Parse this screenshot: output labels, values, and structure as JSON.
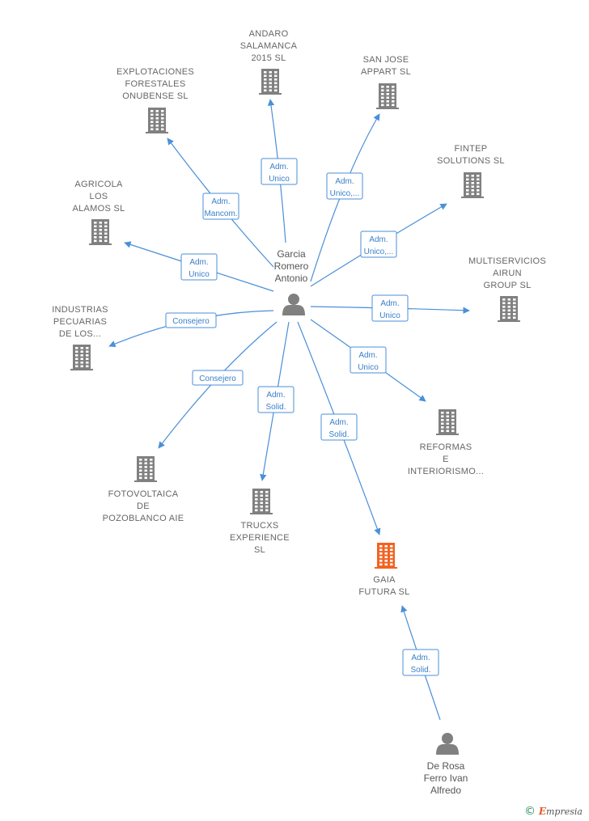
{
  "colors": {
    "edge": "#4a8fd8",
    "company": "#808080",
    "focus_company": "#f26322",
    "person": "#808080"
  },
  "nodes": [
    {
      "id": "garcia",
      "kind": "person",
      "label": [
        "Garcia",
        "Romero",
        "Antonio"
      ]
    },
    {
      "id": "andaro",
      "kind": "company",
      "label": [
        "ANDARO",
        "SALAMANCA",
        "2015  SL"
      ]
    },
    {
      "id": "sanjose",
      "kind": "company",
      "label": [
        "SAN JOSE",
        "APPART  SL"
      ]
    },
    {
      "id": "explotaciones",
      "kind": "company",
      "label": [
        "EXPLOTACIONES",
        "FORESTALES",
        "ONUBENSE SL"
      ]
    },
    {
      "id": "fintep",
      "kind": "company",
      "label": [
        "FINTEP",
        "SOLUTIONS  SL"
      ]
    },
    {
      "id": "agricola",
      "kind": "company",
      "label": [
        "AGRICOLA",
        "LOS",
        "ALAMOS SL"
      ]
    },
    {
      "id": "multiservicios",
      "kind": "company",
      "label": [
        "MULTISERVICIOS",
        "AIRUN",
        "GROUP  SL"
      ]
    },
    {
      "id": "industrias",
      "kind": "company",
      "label": [
        "INDUSTRIAS",
        "PECUARIAS",
        "DE LOS..."
      ]
    },
    {
      "id": "reformas",
      "kind": "company",
      "label": [
        "REFORMAS",
        "E",
        "INTERIORISMO..."
      ]
    },
    {
      "id": "fotovoltaica",
      "kind": "company",
      "label": [
        "FOTOVOLTAICA",
        "DE",
        "POZOBLANCO AIE"
      ]
    },
    {
      "id": "trucxs",
      "kind": "company",
      "label": [
        "TRUCXS",
        "EXPERIENCE",
        "SL"
      ]
    },
    {
      "id": "gaia",
      "kind": "company",
      "focus": true,
      "label": [
        "GAIA",
        "FUTURA  SL"
      ]
    },
    {
      "id": "derosa",
      "kind": "person",
      "label": [
        "De Rosa",
        "Ferro Ivan",
        "Alfredo"
      ]
    }
  ],
  "edges": [
    {
      "from": "garcia",
      "to": "andaro",
      "label": [
        "Adm.",
        "Unico"
      ]
    },
    {
      "from": "garcia",
      "to": "sanjose",
      "label": [
        "Adm.",
        "Unico,..."
      ]
    },
    {
      "from": "garcia",
      "to": "explotaciones",
      "label": [
        "Adm.",
        "Mancom."
      ]
    },
    {
      "from": "garcia",
      "to": "fintep",
      "label": [
        "Adm.",
        "Unico,..."
      ]
    },
    {
      "from": "garcia",
      "to": "agricola",
      "label": [
        "Adm.",
        "Unico"
      ]
    },
    {
      "from": "garcia",
      "to": "multiservicios",
      "label": [
        "Adm.",
        "Unico"
      ]
    },
    {
      "from": "garcia",
      "to": "industrias",
      "label": [
        "Consejero"
      ]
    },
    {
      "from": "garcia",
      "to": "reformas",
      "label": [
        "Adm.",
        "Unico"
      ]
    },
    {
      "from": "garcia",
      "to": "fotovoltaica",
      "label": [
        "Consejero"
      ]
    },
    {
      "from": "garcia",
      "to": "trucxs",
      "label": [
        "Adm.",
        "Solid."
      ]
    },
    {
      "from": "garcia",
      "to": "gaia",
      "label": [
        "Adm.",
        "Solid."
      ]
    },
    {
      "from": "derosa",
      "to": "gaia",
      "label": [
        "Adm.",
        "Solid."
      ]
    }
  ],
  "copyright": {
    "symbol": "©",
    "brand_initial": "E",
    "brand_rest": "mpresia"
  }
}
